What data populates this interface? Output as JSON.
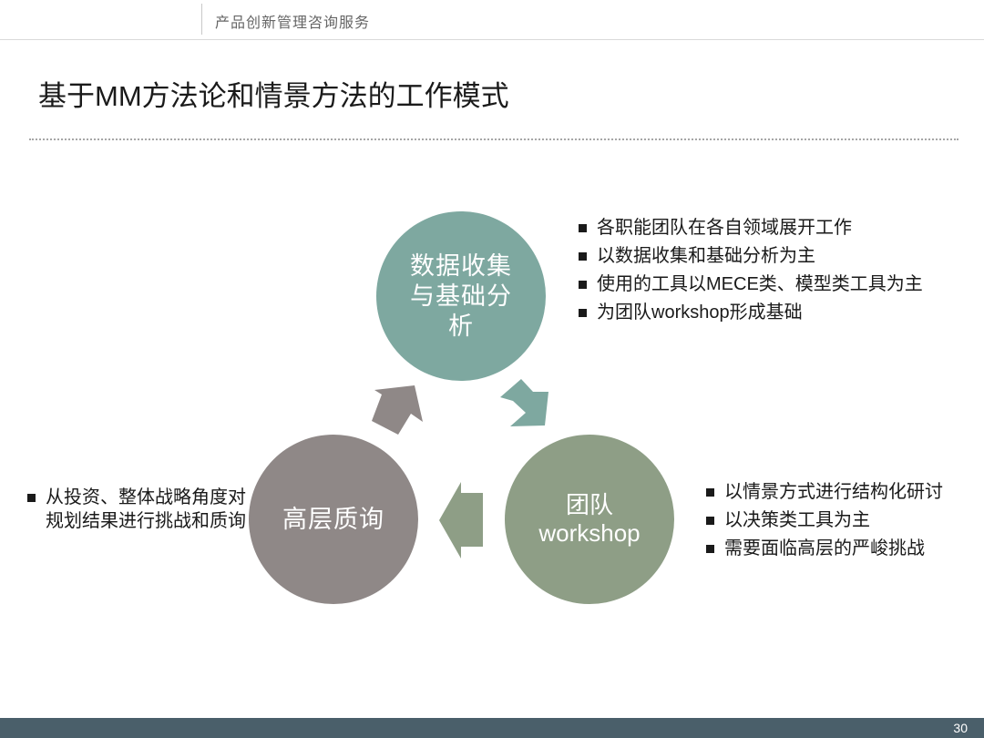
{
  "header": {
    "section_title": "产品创新管理咨询服务"
  },
  "slide": {
    "title": "基于MM方法论和情景方法的工作模式"
  },
  "cycle": {
    "data_collection": {
      "label": "数据收集与基础分析",
      "color": "#7ea8a0",
      "bullets": [
        "各职能团队在各自领域展开工作",
        "以数据收集和基础分析为主",
        "使用的工具以MECE类、模型类工具为主",
        "为团队workshop形成基础"
      ]
    },
    "team_workshop": {
      "label_line1": "团队",
      "label_line2": "workshop",
      "color": "#8e9e86",
      "bullets": [
        "以情景方式进行结构化研讨",
        "以决策类工具为主",
        "需要面临高层的严峻挑战"
      ]
    },
    "executive_review": {
      "label": "高层质询",
      "color": "#8f8887",
      "bullets": [
        "从投资、整体战略角度对规划结果进行挑战和质询"
      ]
    },
    "arrow_colors": {
      "to_workshop": "#7ea8a0",
      "to_executive": "#8e9e86",
      "to_data": "#8f8887"
    }
  },
  "footer": {
    "page_number": "30",
    "bar_color": "#4a5f6a"
  }
}
